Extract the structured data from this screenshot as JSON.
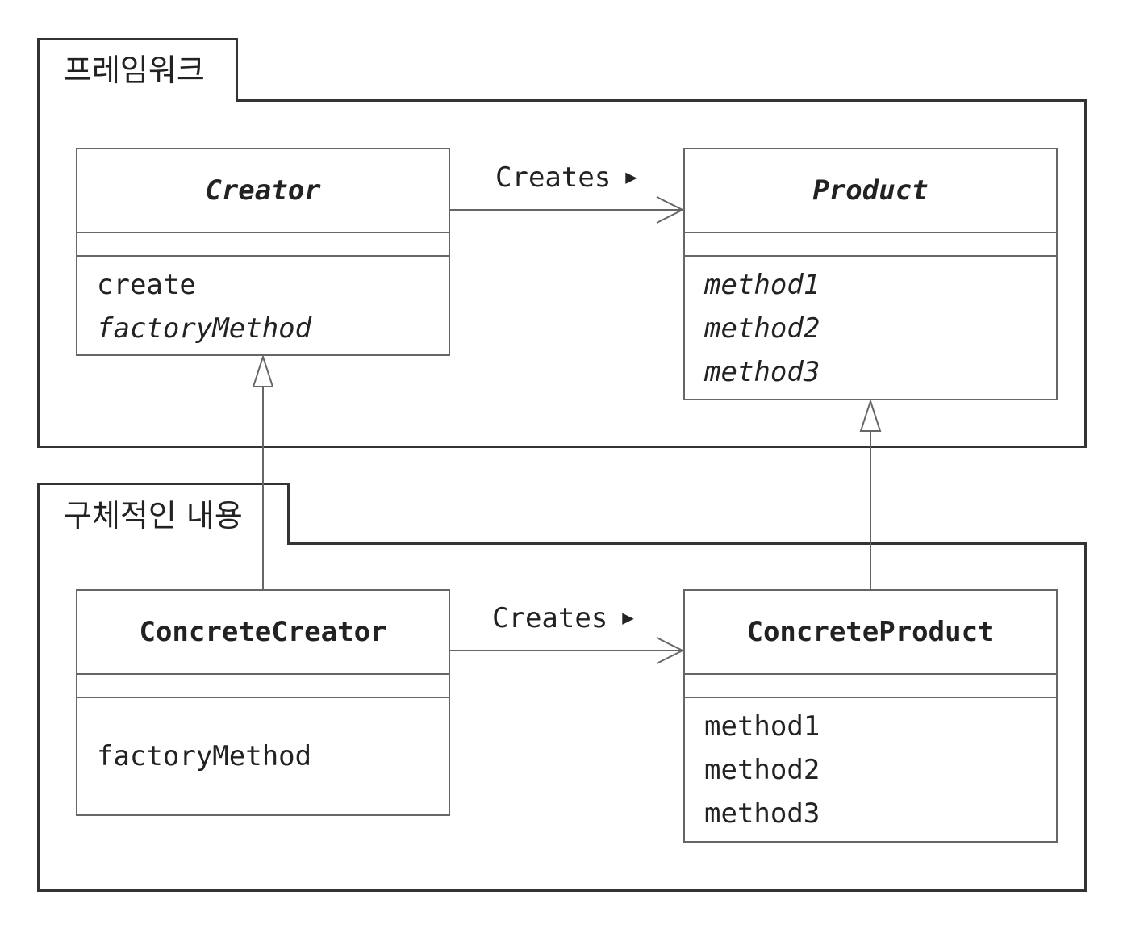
{
  "packages": {
    "framework": {
      "label": "프레임워크"
    },
    "concrete": {
      "label": "구체적인 내용"
    }
  },
  "classes": {
    "creator": {
      "name": "Creator",
      "abstract": true,
      "operations": [
        {
          "name": "create",
          "abstract": false
        },
        {
          "name": "factoryMethod",
          "abstract": true
        }
      ]
    },
    "product": {
      "name": "Product",
      "abstract": true,
      "operations": [
        {
          "name": "method1",
          "abstract": true
        },
        {
          "name": "method2",
          "abstract": true
        },
        {
          "name": "method3",
          "abstract": true
        }
      ]
    },
    "concrete_creator": {
      "name": "ConcreteCreator",
      "abstract": false,
      "operations": [
        {
          "name": "factoryMethod",
          "abstract": false
        }
      ]
    },
    "concrete_product": {
      "name": "ConcreteProduct",
      "abstract": false,
      "operations": [
        {
          "name": "method1",
          "abstract": false
        },
        {
          "name": "method2",
          "abstract": false
        },
        {
          "name": "method3",
          "abstract": false
        }
      ]
    }
  },
  "associations": {
    "top": {
      "label": "Creates",
      "direction_glyph": "▶"
    },
    "bottom": {
      "label": "Creates",
      "direction_glyph": "▶"
    }
  },
  "colors": {
    "border": "#666666",
    "package_border": "#333333",
    "text": "#222222"
  }
}
